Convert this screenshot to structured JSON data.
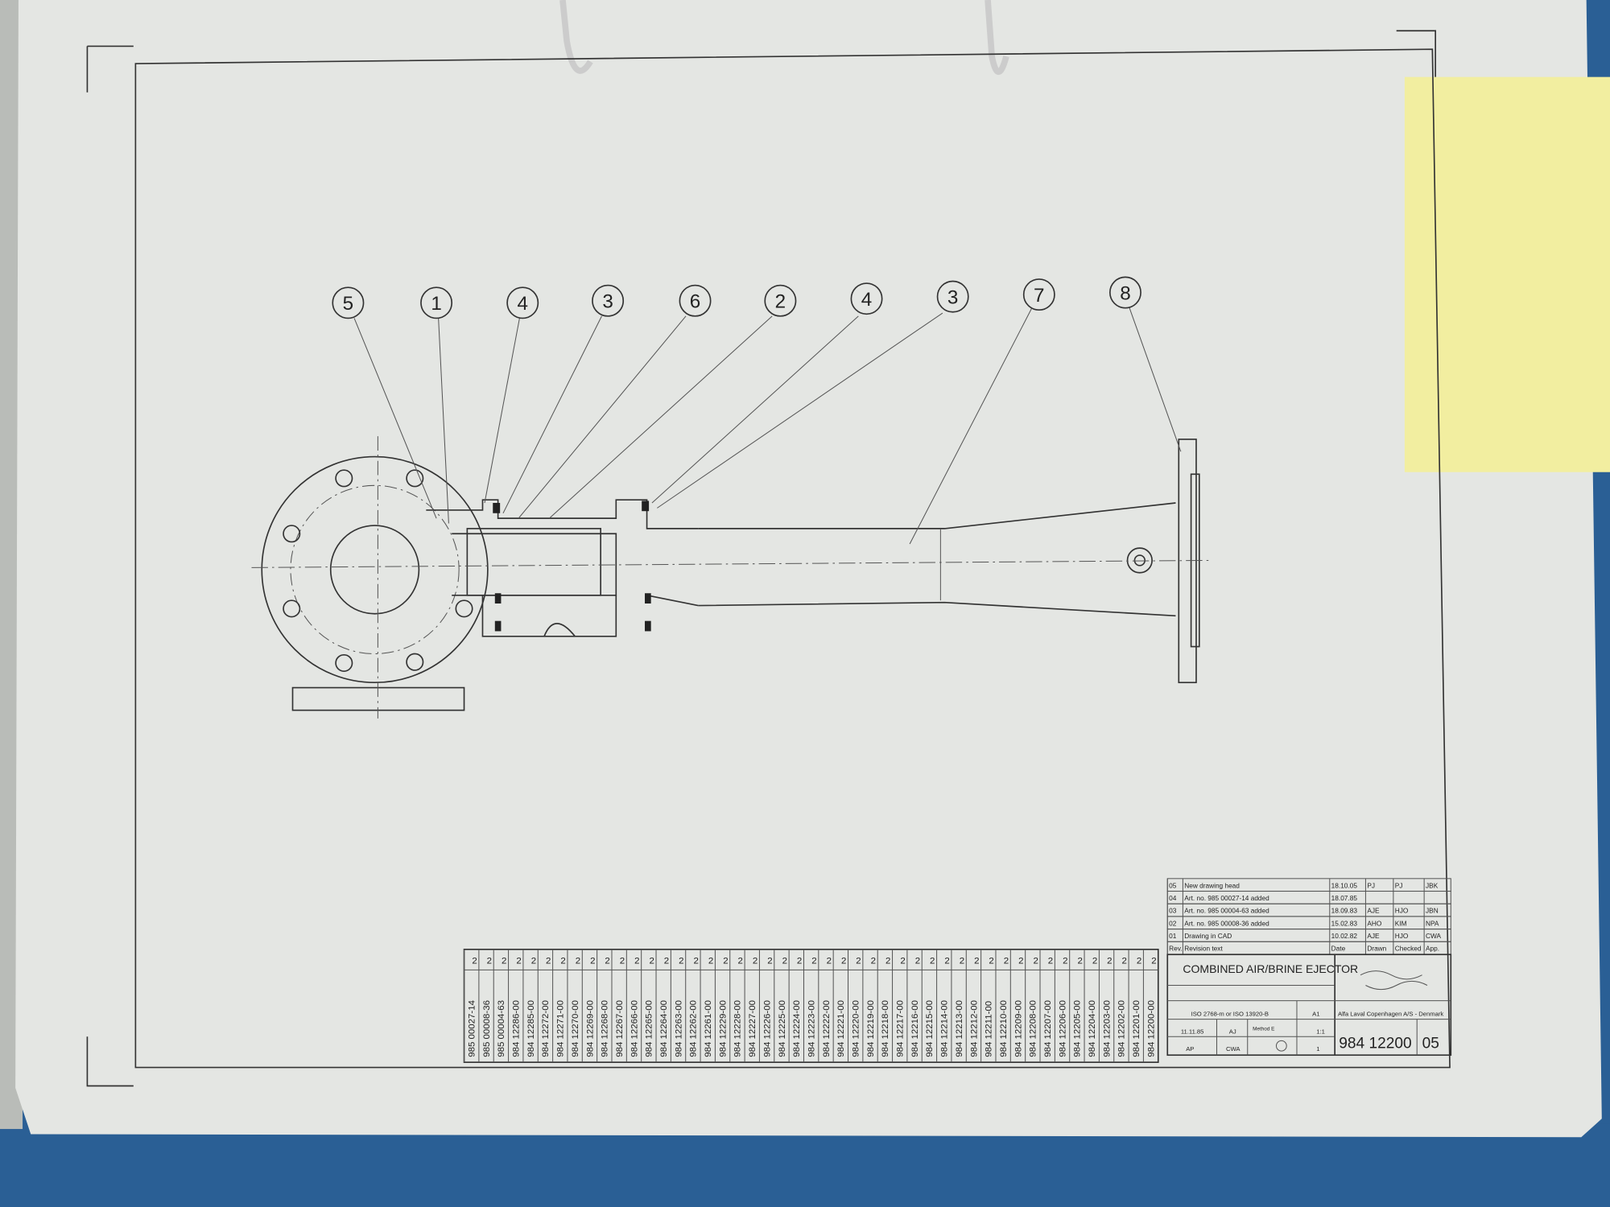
{
  "drawing": {
    "title": "COMBINED AIR/BRINE EJECTOR",
    "drawing_no": "984 12200",
    "revision": "05",
    "location": "Alfa Laval Copenhagen A/S - Denmark",
    "size": "A1",
    "scale": "1:1",
    "sheet": "1",
    "date": "11.11.85",
    "drawn": "AJ",
    "designer": "AP",
    "approved": "CWA",
    "standard": "ISO 2768-m or ISO 13920-B",
    "method": "Method E"
  },
  "balloons": [
    "5",
    "1",
    "4",
    "3",
    "6",
    "2",
    "4",
    "3",
    "7",
    "8"
  ],
  "revisions": {
    "headers": [
      "Rev.",
      "Revision text",
      "Date",
      "Drawn",
      "Checked",
      "App."
    ],
    "rows": [
      [
        "05",
        "New drawing head",
        "18.10.05",
        "PJ",
        "PJ",
        "JBK"
      ],
      [
        "04",
        "Art. no. 985 00027-14 added",
        "18.07.85",
        "",
        "",
        ""
      ],
      [
        "03",
        "Art. no. 985 00004-63 added",
        "18.09.83",
        "AJE",
        "HJO",
        "JBN"
      ],
      [
        "02",
        "Art. no. 985 00008-36 added",
        "15.02.83",
        "AHO",
        "KIM",
        "NPA"
      ],
      [
        "01",
        "Drawing in CAD",
        "10.02.82",
        "AJE",
        "HJO",
        "CWA"
      ]
    ]
  },
  "parts_list": {
    "qty": "2",
    "items": [
      "985 00027-14",
      "985 00008-36",
      "985 00004-63",
      "984 12286-00",
      "984 12285-00",
      "984 12272-00",
      "984 12271-00",
      "984 12270-00",
      "984 12269-00",
      "984 12268-00",
      "984 12267-00",
      "984 12266-00",
      "984 12265-00",
      "984 12264-00",
      "984 12263-00",
      "984 12262-00",
      "984 12261-00",
      "984 12229-00",
      "984 12228-00",
      "984 12227-00",
      "984 12226-00",
      "984 12225-00",
      "984 12224-00",
      "984 12223-00",
      "984 12222-00",
      "984 12221-00",
      "984 12220-00",
      "984 12219-00",
      "984 12218-00",
      "984 12217-00",
      "984 12216-00",
      "984 12215-00",
      "984 12214-00",
      "984 12213-00",
      "984 12212-00",
      "984 12211-00",
      "984 12210-00",
      "984 12209-00",
      "984 12208-00",
      "984 12207-00",
      "984 12206-00",
      "984 12205-00",
      "984 12204-00",
      "984 12203-00",
      "984 12202-00",
      "984 12201-00",
      "984 12200-00"
    ]
  },
  "colors": {
    "paper": "#e4e6e3",
    "sticky_note": "#f2eea0",
    "desk": "#2a5f95",
    "ink": "#333333"
  }
}
